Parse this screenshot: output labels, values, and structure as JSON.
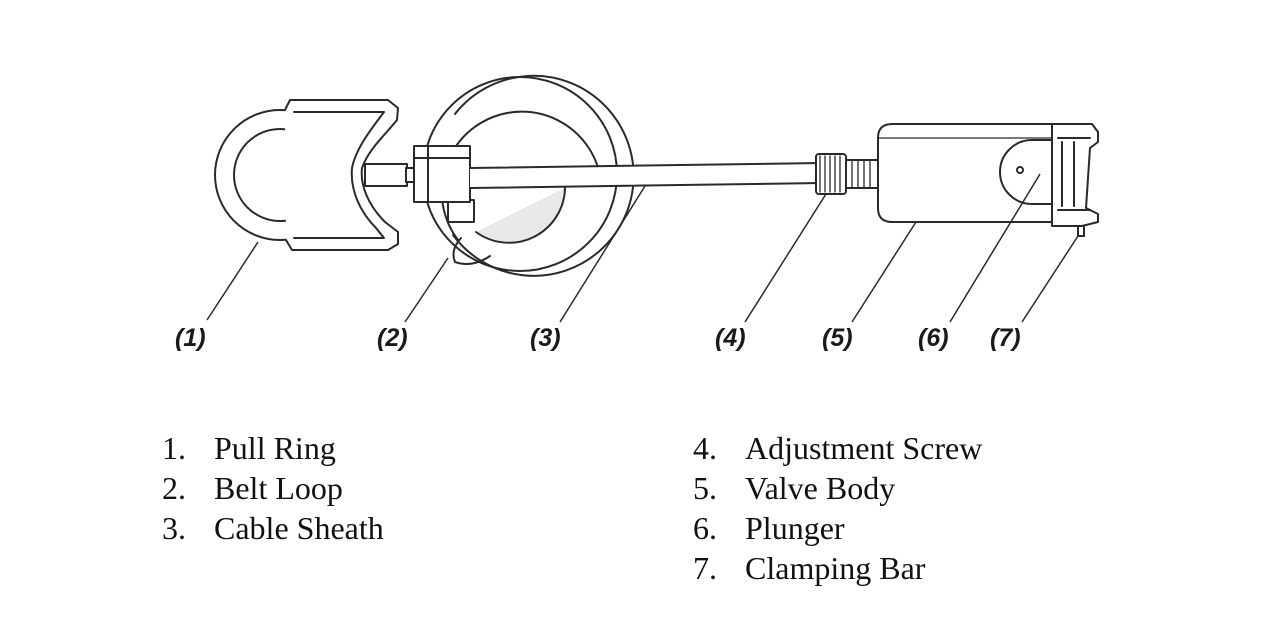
{
  "callouts": [
    "(1)",
    "(2)",
    "(3)",
    "(4)",
    "(5)",
    "(6)",
    "(7)"
  ],
  "legend": {
    "left": [
      {
        "num": "1.",
        "label": "Pull Ring"
      },
      {
        "num": "2.",
        "label": "Belt Loop"
      },
      {
        "num": "3.",
        "label": "Cable Sheath"
      }
    ],
    "right": [
      {
        "num": "4.",
        "label": "Adjustment Screw"
      },
      {
        "num": "5.",
        "label": "Valve Body"
      },
      {
        "num": "6.",
        "label": "Plunger"
      },
      {
        "num": "7.",
        "label": "Clamping Bar"
      }
    ]
  }
}
